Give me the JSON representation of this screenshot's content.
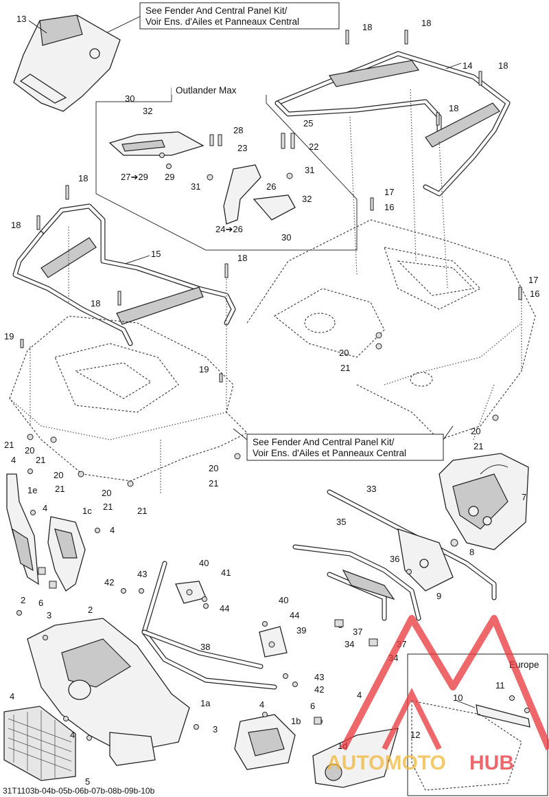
{
  "notes": {
    "top_line1": "See Fender And Central Panel Kit/",
    "top_line2": "Voir Ens. d'Ailes et Panneaux Central",
    "mid_line1": "See Fender And Central Panel Kit/",
    "mid_line2": "Voir Ens. d'Ailes et Panneaux Central"
  },
  "inset_titles": {
    "outlander_max": "Outlander Max",
    "europe": "Europe"
  },
  "callouts": {
    "c13": "13",
    "c18a": "18",
    "c18b": "18",
    "c14": "14",
    "c18c": "18",
    "c18d": "18",
    "c30a": "30",
    "c32a": "32",
    "c28": "28",
    "c25": "25",
    "c23": "23",
    "c22": "22",
    "c27_29": "27➔29",
    "c29": "29",
    "c31a": "31",
    "c31b": "31",
    "c26": "26",
    "c32b": "32",
    "c24_26": "24➔26",
    "c30b": "30",
    "c18e": "18",
    "c18f": "18",
    "c15": "15",
    "c18g": "18",
    "c18h": "18",
    "c17a": "17",
    "c16a": "16",
    "c17b": "17",
    "c16b": "16",
    "c19a": "19",
    "c19b": "19",
    "c20a": "20",
    "c21a": "21",
    "c21b": "21",
    "c20b": "20",
    "c21c": "21",
    "c20c": "20",
    "c21d": "21",
    "c20d": "20",
    "c21e": "21",
    "c20e": "20",
    "c21f": "21",
    "c20f": "20",
    "c21g": "21",
    "c4a": "4",
    "c1e": "1e",
    "c4b": "4",
    "c1c": "1c",
    "c4c": "4",
    "c6a": "6",
    "c33": "33",
    "c35": "35",
    "c36": "36",
    "c7": "7",
    "c8": "8",
    "c9": "9",
    "c40a": "40",
    "c41": "41",
    "c43a": "43",
    "c42a": "42",
    "c44a": "44",
    "c40b": "40",
    "c44b": "44",
    "c39": "39",
    "c37a": "37",
    "c34a": "34",
    "c37b": "37",
    "c34b": "34",
    "c2a": "2",
    "c3a": "3",
    "c2b": "2",
    "c38": "38",
    "c43b": "43",
    "c42b": "42",
    "c1a": "1a",
    "c3b": "3",
    "c4d": "4",
    "c4e": "4",
    "c4f": "4",
    "c1b": "1b",
    "c6b": "6",
    "c4g": "4",
    "c1d": "1d",
    "c5": "5",
    "c11": "11",
    "c10": "10",
    "c12": "12"
  },
  "watermark": {
    "text_a": "AUTOMOTO",
    "text_b": "HUB",
    "color_red": "#e8353a",
    "color_gold": "#f0b83a"
  },
  "footer": {
    "code": "31T1103b-04b-05b-06b-07b-08b-09b-10b"
  }
}
